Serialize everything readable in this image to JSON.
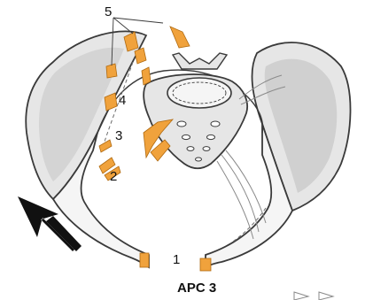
{
  "caption": "APC 3",
  "labels": {
    "l1": "1",
    "l2": "2",
    "l3": "3",
    "l4": "4",
    "l5": "5"
  },
  "colors": {
    "injury": "#f0a23c",
    "bone_fill": "#e6e6e6",
    "bone_light": "#f5f5f5",
    "outline": "#3a3a3a",
    "arrow": "#111111"
  },
  "icons": {
    "force_arrow": "arrow-up-left-icon"
  }
}
